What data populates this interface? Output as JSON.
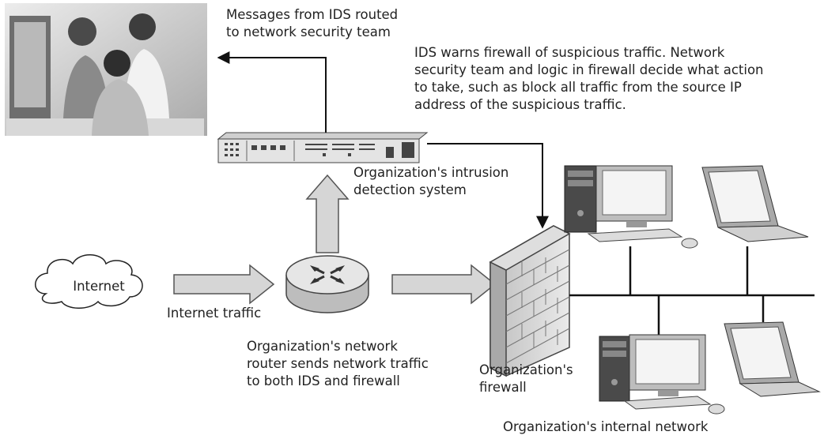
{
  "labels": {
    "messages": "Messages from IDS routed\nto network security team",
    "ids_warns": "IDS warns firewall of suspicious traffic. Network\nsecurity team and logic in firewall decide what action\nto take, such as block all traffic from the source IP\naddress of the suspicious traffic.",
    "ids": "Organization's intrusion\ndetection system",
    "internet": "Internet",
    "internet_traffic": "Internet traffic",
    "router": "Organization's network\nrouter sends network traffic\nto both IDS and firewall",
    "firewall": "Organization's\nfirewall",
    "internal_network": "Organization's  internal network"
  },
  "colors": {
    "line": "#111111",
    "arrow_fill": "#d6d6d6",
    "arrow_stroke": "#555555",
    "brick": "#cfcfcf",
    "monitor": "#bdbdbd"
  },
  "icons": [
    "photo-security-team",
    "ids-appliance-icon",
    "cloud-icon",
    "router-icon",
    "firewall-icon",
    "desktop-computer-icon",
    "laptop-icon"
  ]
}
